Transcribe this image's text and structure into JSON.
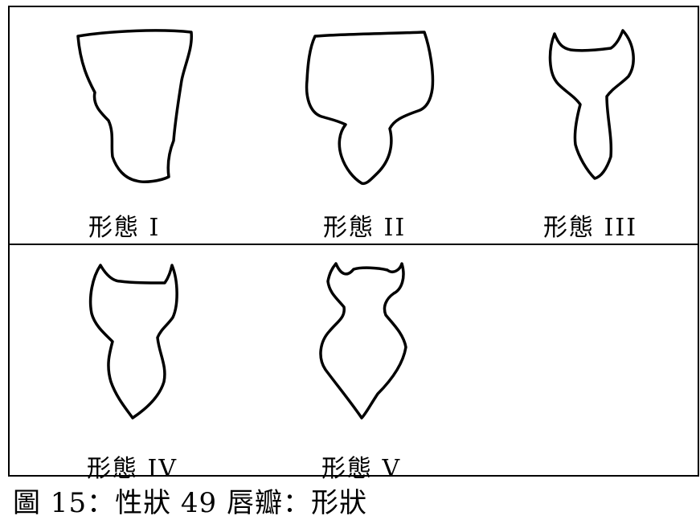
{
  "figure": {
    "forms": [
      {
        "id": "form-1",
        "label": "形態 I"
      },
      {
        "id": "form-2",
        "label": "形態 II"
      },
      {
        "id": "form-3",
        "label": "形態 III"
      },
      {
        "id": "form-4",
        "label": "形態 IV"
      },
      {
        "id": "form-5",
        "label": "形態 V"
      }
    ],
    "caption": "圖 15：性狀 49 唇瓣：形狀"
  }
}
